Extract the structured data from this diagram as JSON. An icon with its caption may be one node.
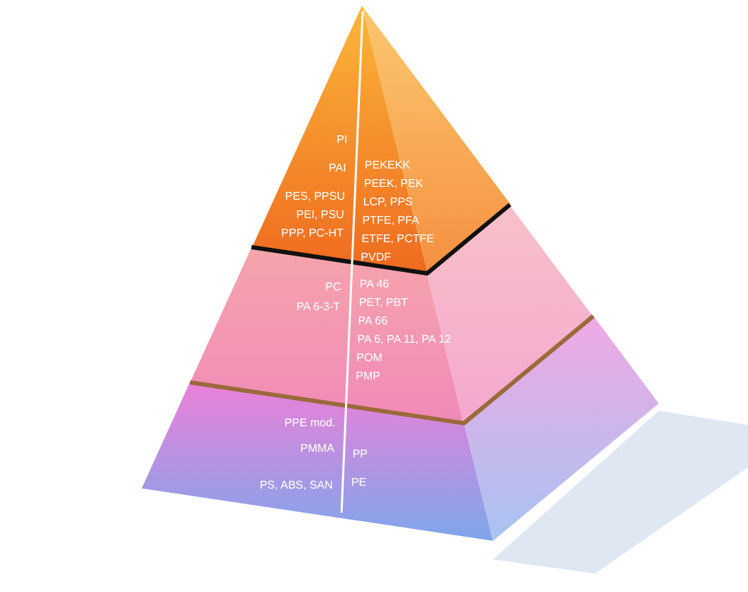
{
  "diagram": {
    "nodes": [
      {
        "text": [
          "PI",
          "PAI",
          "PES, PPSU",
          "PEI, PSU",
          "PPP, PC-HT",
          "PEKEKK",
          "PEEK, PEK",
          "LCP, PPS",
          "PTFE, PFA",
          "ETFE, PCTFE",
          "PVDF"
        ]
      },
      {
        "text": [
          "PC",
          "PA 6-3-T",
          "PA 46",
          "PET, PBT",
          "PA 66",
          "PA 6, PA 11, PA 12",
          "POM",
          "PMP"
        ]
      },
      {
        "text": [
          "PPE mod.",
          "PMMA",
          "PS, ABS, SAN",
          "PP",
          "PE"
        ]
      }
    ]
  }
}
